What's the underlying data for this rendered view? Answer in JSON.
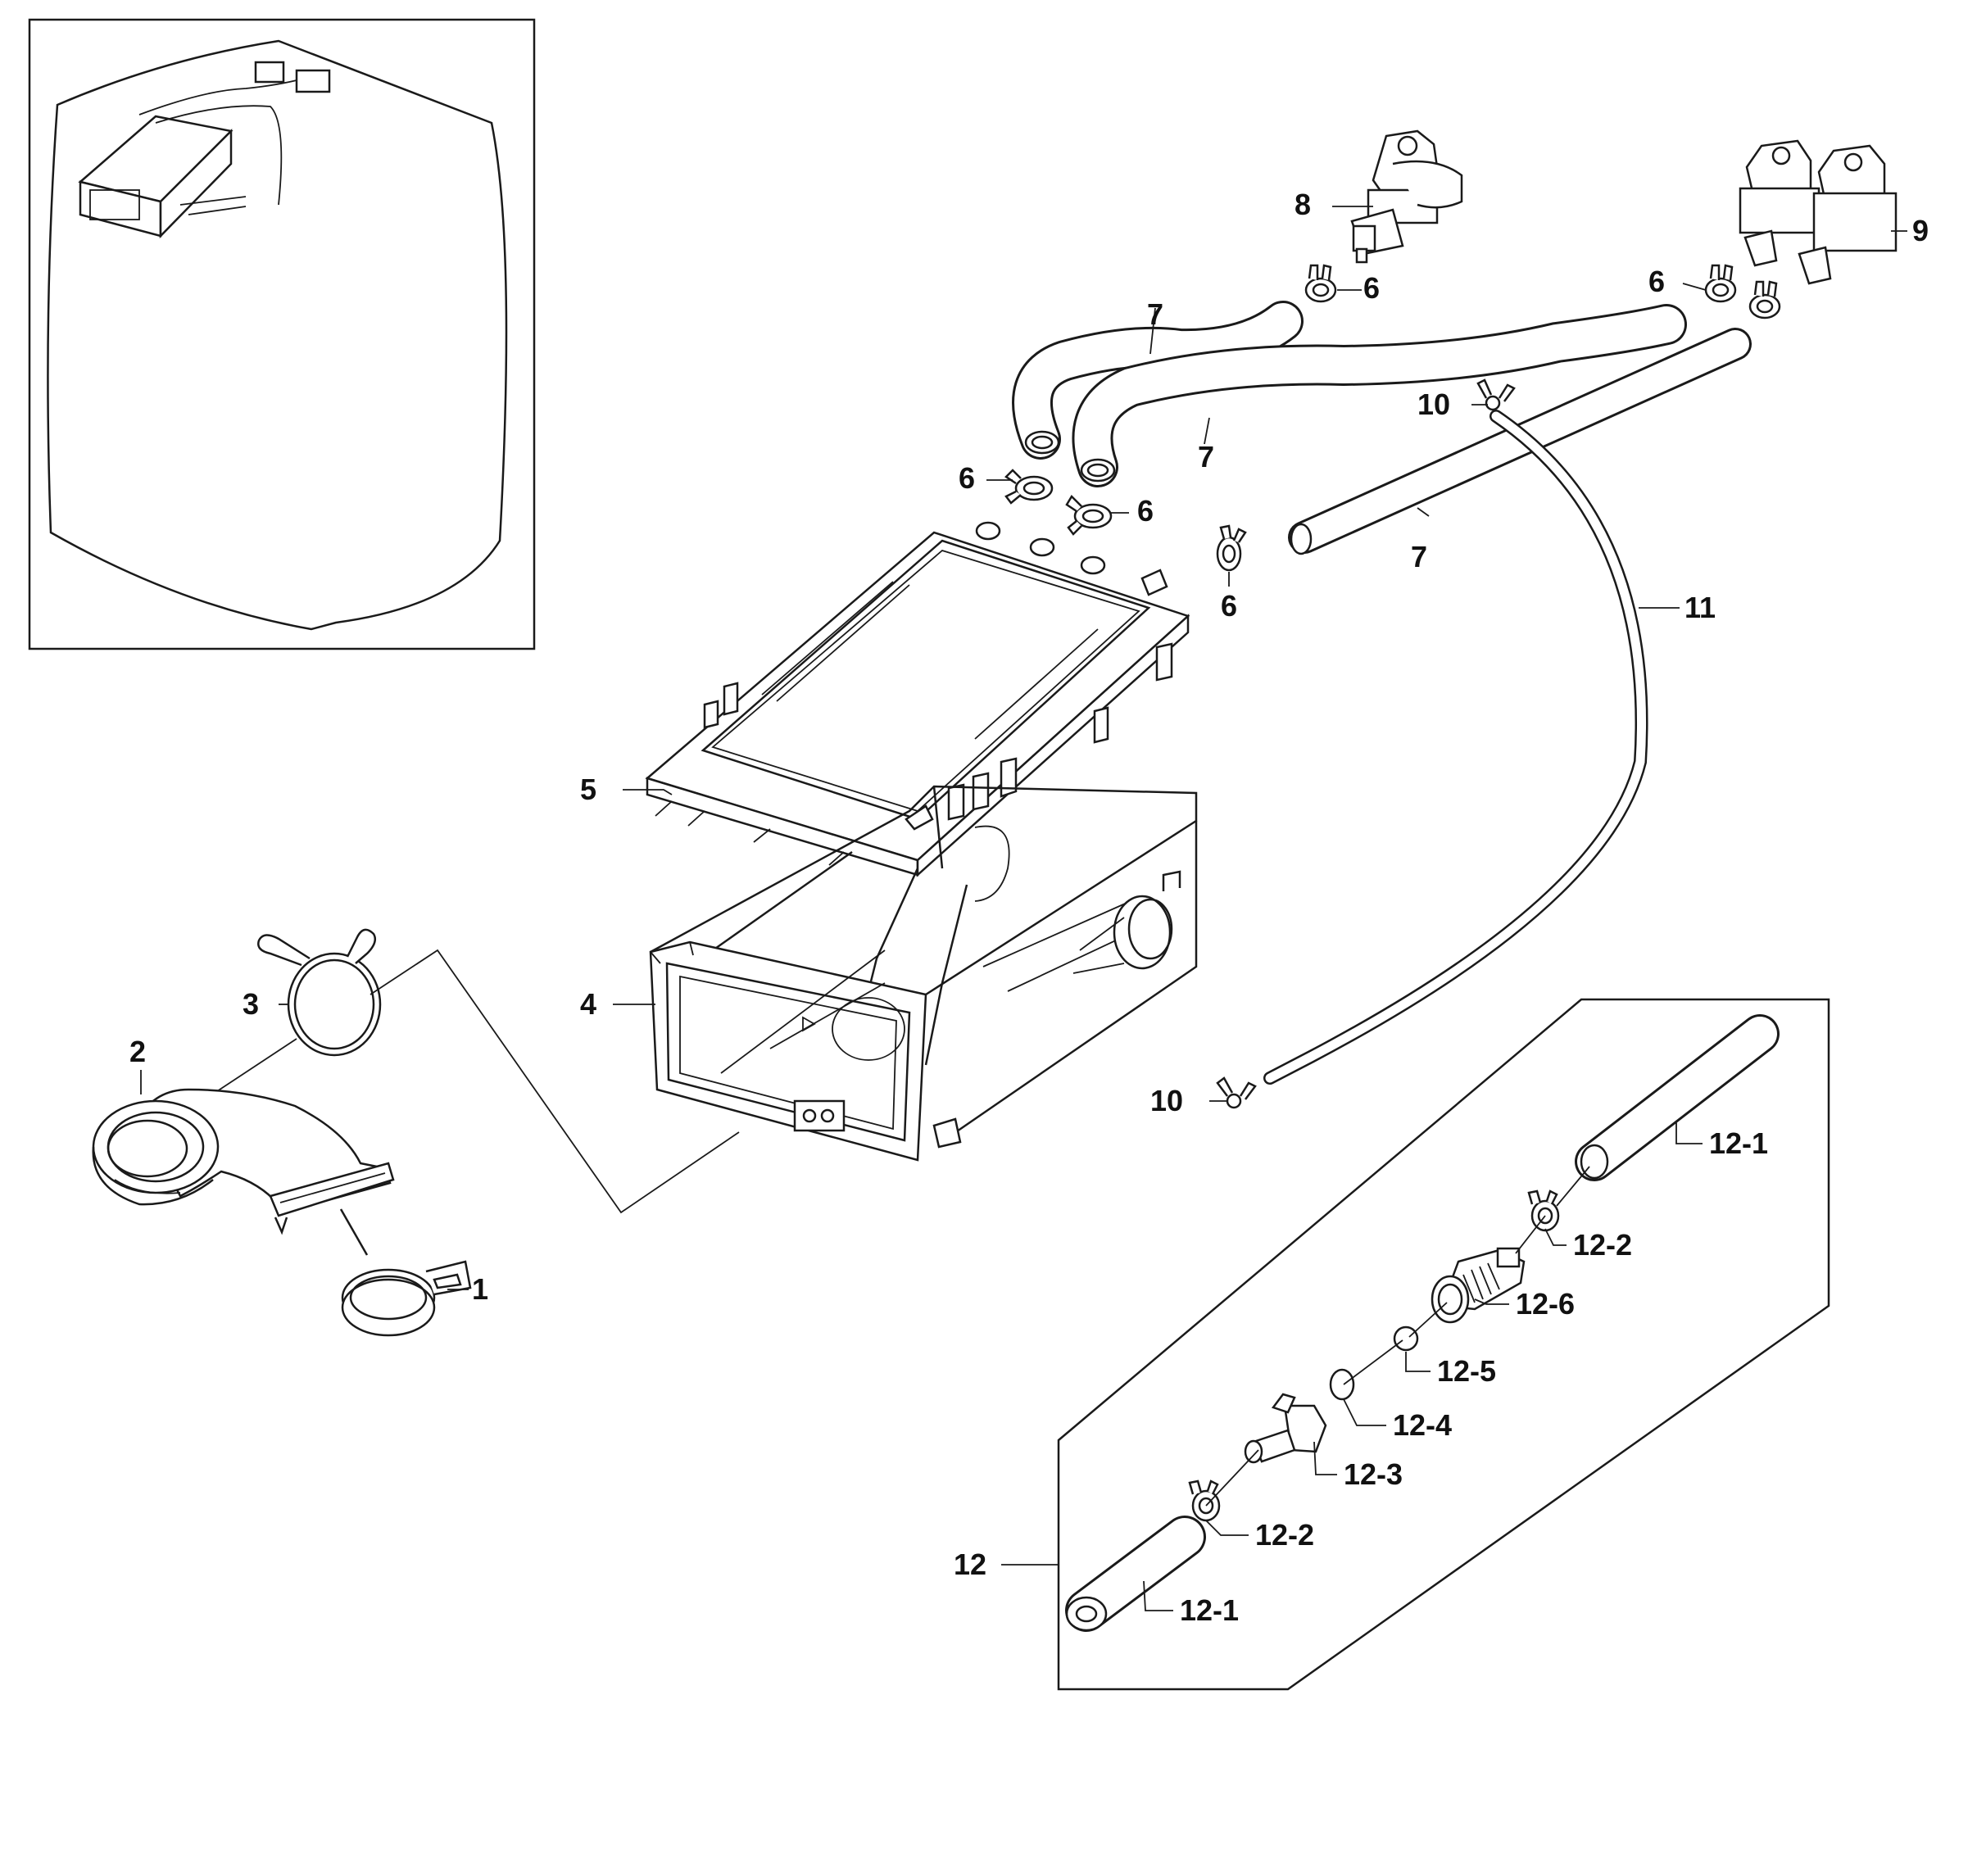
{
  "diagram": {
    "colors": {
      "line": "#1a1a1a",
      "text": "#111111",
      "background": "#ffffff"
    },
    "callouts": {
      "c1": "1",
      "c2": "2",
      "c3": "3",
      "c4": "4",
      "c5": "5",
      "c6a": "6",
      "c6b": "6",
      "c6c": "6",
      "c6d": "6",
      "c6e": "6",
      "c7a": "7",
      "c7b": "7",
      "c7c": "7",
      "c8": "8",
      "c9": "9",
      "c10a": "10",
      "c10b": "10",
      "c11": "11",
      "c12": "12",
      "c12_1a": "12-1",
      "c12_1b": "12-1",
      "c12_2a": "12-2",
      "c12_2b": "12-2",
      "c12_3": "12-3",
      "c12_4": "12-4",
      "c12_5": "12-5",
      "c12_6": "12-6"
    }
  }
}
